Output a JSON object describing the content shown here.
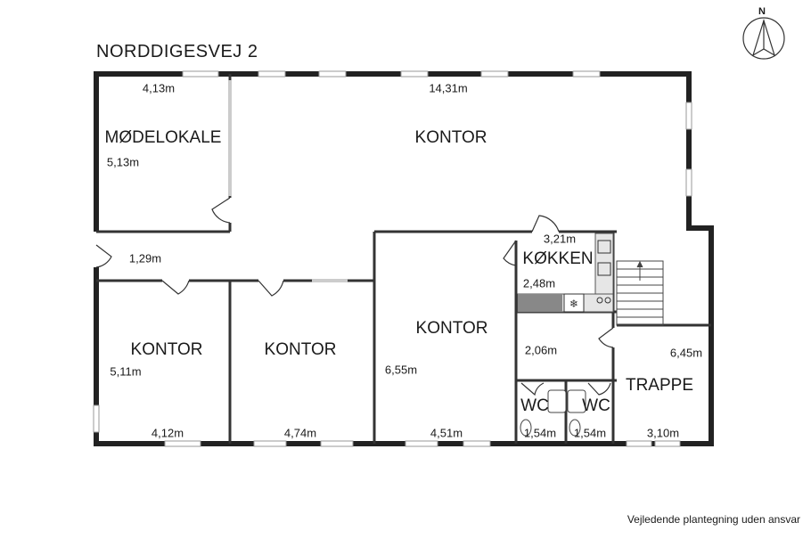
{
  "title": "NORDDIGESVEJ 2",
  "disclaimer": "Vejledende plantegning uden ansvar",
  "compass": {
    "label": "N",
    "icon": "north-compass-icon"
  },
  "rooms": {
    "modelokale": "MØDELOKALE",
    "kontor_top": "KONTOR",
    "kontor_mid": "KONTOR",
    "kontor_left": "KONTOR",
    "kontor_center": "KONTOR",
    "kokken": "KØKKEN",
    "wc1": "WC",
    "wc2": "WC",
    "trappe": "TRAPPE"
  },
  "dimensions": {
    "modelokale_width": "4,13m",
    "modelokale_depth": "5,13m",
    "kontor_top_width": "14,31m",
    "hall_width": "1,29m",
    "kokken_width": "3,21m",
    "kokken_depth": "2,48m",
    "kontor_mid_depth": "6,55m",
    "kontor_mid_width": "4,51m",
    "kontor_left_depth": "5,11m",
    "kontor_left_width": "4,12m",
    "kontor_center_width": "4,74m",
    "hall2_width": "2,06m",
    "trappe_depth": "6,45m",
    "wc1_width": "1,54m",
    "wc2_width": "1,54m",
    "trappe_width": "3,10m"
  }
}
